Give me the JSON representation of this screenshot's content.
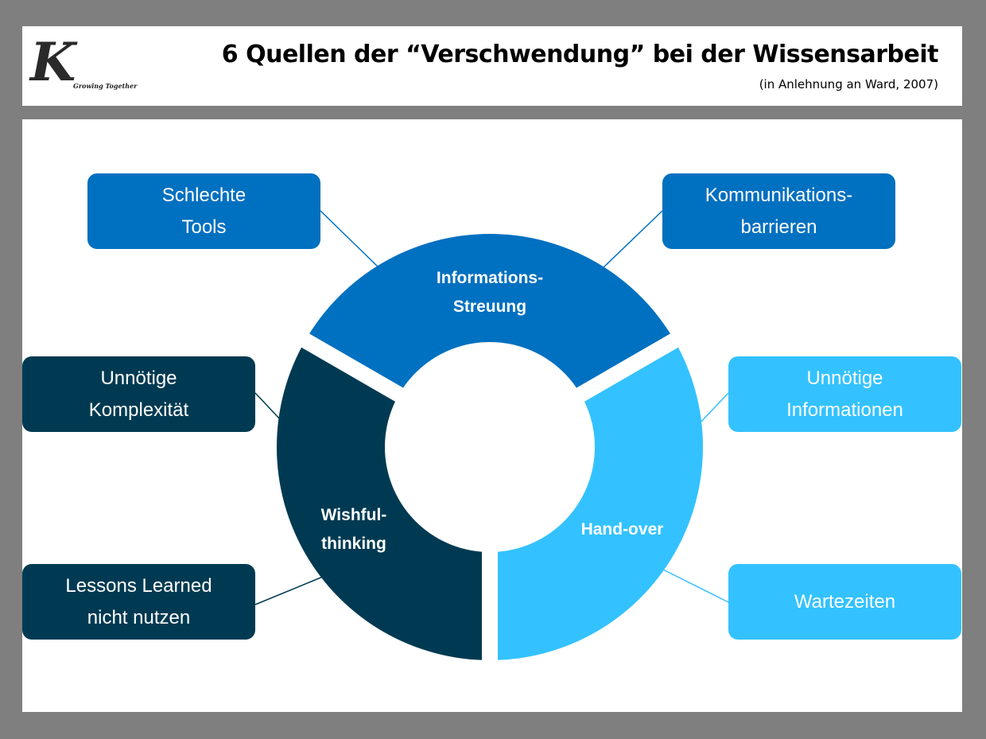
{
  "header": {
    "logo_text": "K",
    "logo_tagline": "Growing Together",
    "title": "6 Quellen der “Verschwendung” bei der Wissensarbeit",
    "subtitle": "(in Anlehnung an Ward, 2007)"
  },
  "colors": {
    "blue": "#0070C0",
    "dark": "#003A52",
    "light": "#33C2FF"
  },
  "segments": [
    {
      "label": "Informations-\nStreuung",
      "color": "#0070C0"
    },
    {
      "label": "Wishful-\nthinking",
      "color": "#003A52"
    },
    {
      "label": "Hand-over",
      "color": "#33C2FF"
    }
  ],
  "boxes": [
    {
      "label": "Schlechte\nTools"
    },
    {
      "label": "Kommunikations-\nbarrieren"
    },
    {
      "label": "Unnötige\nKomplexität"
    },
    {
      "label": "Lessons Learned\nnicht nutzen"
    },
    {
      "label": "Unnötige\nInformationen"
    },
    {
      "label": "Wartezeiten"
    }
  ]
}
